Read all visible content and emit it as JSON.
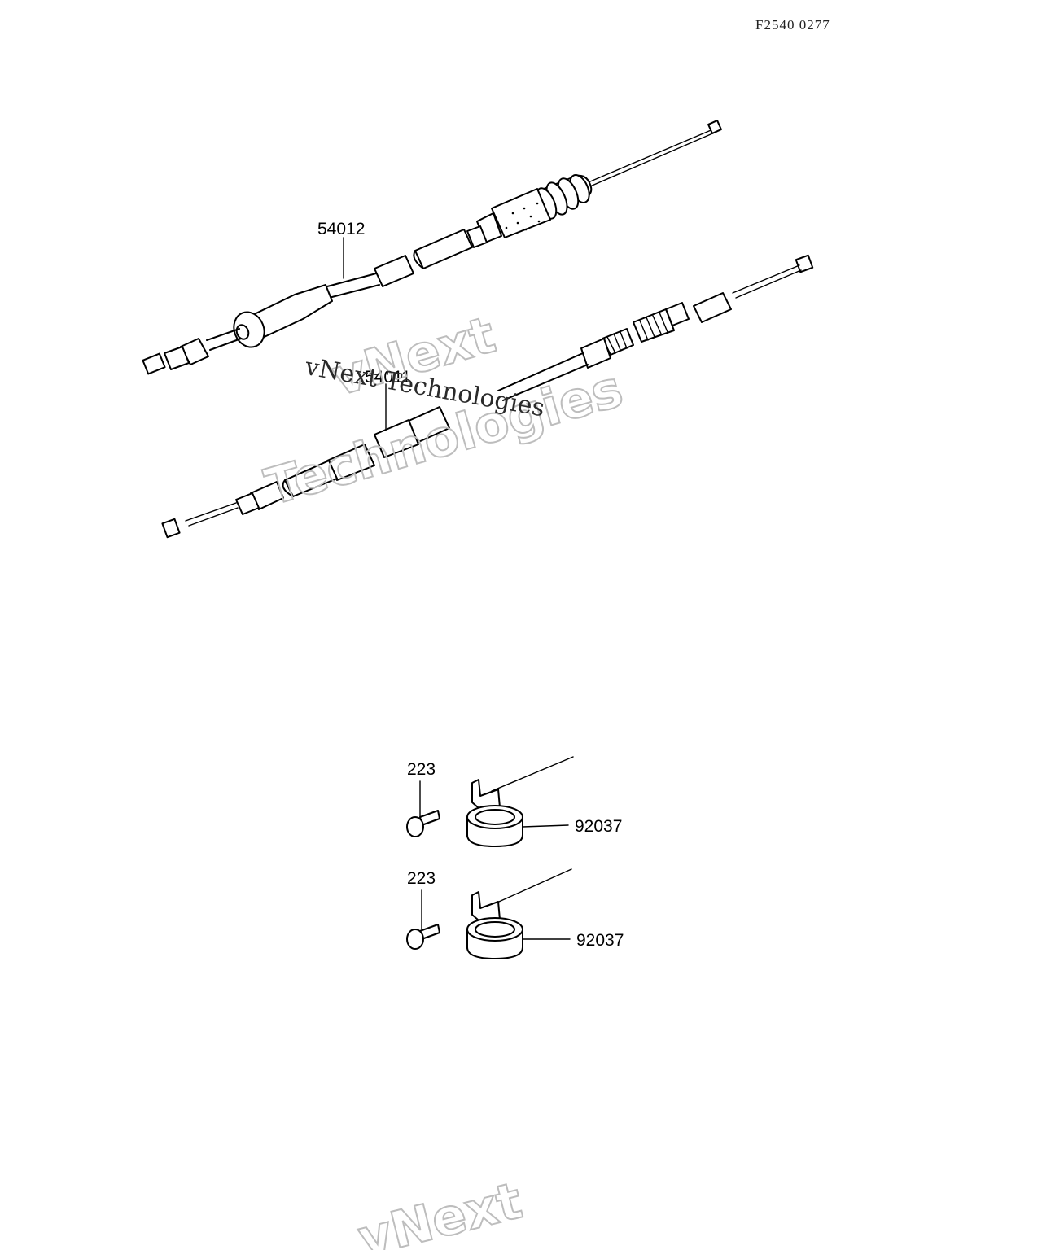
{
  "diagram_code": "F2540 0277",
  "parts": {
    "cable_upper": "54012",
    "cable_lower": "54011",
    "bolt_1": "223",
    "clamp_1": "92037",
    "bolt_2": "223",
    "clamp_2": "92037"
  },
  "watermark": {
    "line_1": "vNext",
    "line_2": "Technologies",
    "overlay": "vNext Technologies",
    "bottom_fragment": "vNext"
  }
}
